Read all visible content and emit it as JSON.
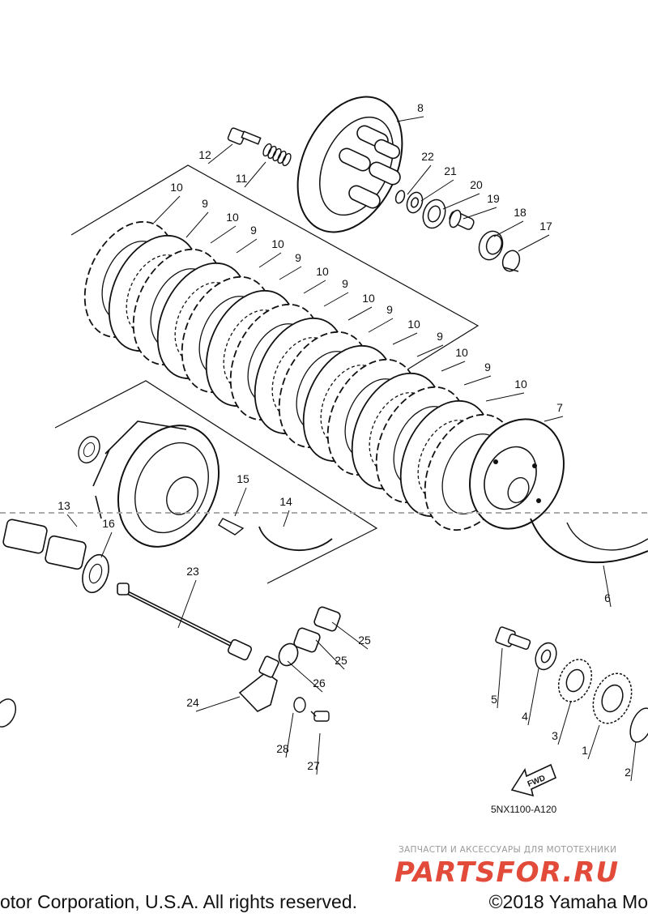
{
  "diagram": {
    "callouts": [
      {
        "part": "plate-10",
        "label": "10"
      },
      {
        "part": "plate-9",
        "label": "9"
      },
      {
        "part": "plate-10",
        "label": "10"
      },
      {
        "part": "plate-9",
        "label": "9"
      },
      {
        "part": "plate-10",
        "label": "10"
      },
      {
        "part": "plate-9",
        "label": "9"
      },
      {
        "part": "plate-10",
        "label": "10"
      },
      {
        "part": "plate-9",
        "label": "9"
      },
      {
        "part": "plate-10",
        "label": "10"
      },
      {
        "part": "plate-9",
        "label": "9"
      },
      {
        "part": "plate-10",
        "label": "10"
      },
      {
        "part": "plate-9",
        "label": "9"
      },
      {
        "part": "plate-10",
        "label": "10"
      },
      {
        "part": "plate-9",
        "label": "9"
      },
      {
        "part": "plate-10",
        "label": "10"
      },
      {
        "part": "pressure-plate",
        "label": "8"
      },
      {
        "part": "bolt",
        "label": "12"
      },
      {
        "part": "spring",
        "label": "11"
      },
      {
        "part": "circlip",
        "label": "22"
      },
      {
        "part": "washer",
        "label": "21"
      },
      {
        "part": "bearing",
        "label": "20"
      },
      {
        "part": "push-rod-end",
        "label": "19"
      },
      {
        "part": "nut",
        "label": "18"
      },
      {
        "part": "lock-washer",
        "label": "17"
      },
      {
        "part": "clutch-boss",
        "label": "7"
      },
      {
        "part": "primary-driven-gear",
        "label": "6"
      },
      {
        "part": "collar-13",
        "label": "13"
      },
      {
        "part": "thrust-plate",
        "label": "16"
      },
      {
        "part": "cushion-ring",
        "label": "15"
      },
      {
        "part": "seat-plate",
        "label": "14"
      },
      {
        "part": "push-rod",
        "label": "23"
      },
      {
        "part": "bearing-25a",
        "label": "25"
      },
      {
        "part": "bearing-25b",
        "label": "25"
      },
      {
        "part": "oil-seal",
        "label": "26"
      },
      {
        "part": "push-lever",
        "label": "24"
      },
      {
        "part": "washer-28",
        "label": "28"
      },
      {
        "part": "screw-27",
        "label": "27"
      },
      {
        "part": "nut-5",
        "label": "5"
      },
      {
        "part": "washer-4",
        "label": "4"
      },
      {
        "part": "gear-3",
        "label": "3"
      },
      {
        "part": "gear-1",
        "label": "1"
      },
      {
        "part": "washer-2",
        "label": "2"
      }
    ],
    "direction_label": "FWD",
    "diagram_code": "5NX1100-A120"
  },
  "watermark": {
    "tagline": "ЗАПЧАСТИ И АКСЕССУАРЫ ДЛЯ МОТОТЕХНИКИ",
    "logo_text": "PARTSFOR.RU",
    "logo_color": "#e24a3a"
  },
  "footer": {
    "copyright_left": "otor Corporation, U.S.A. All rights reserved.",
    "copyright_right": "©2018 Yamaha Mo"
  }
}
